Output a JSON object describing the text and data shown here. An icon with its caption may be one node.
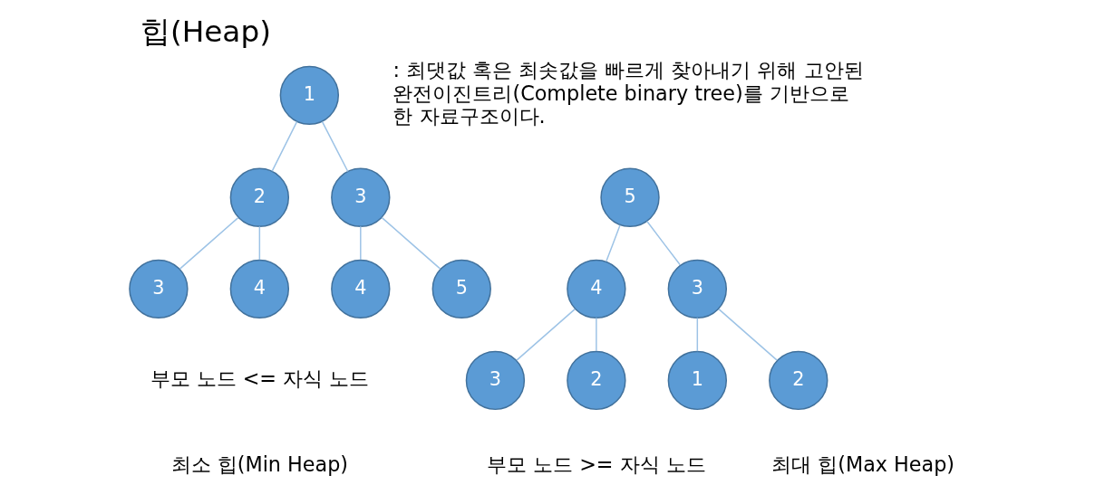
{
  "diagram": {
    "title": "힙(Heap)",
    "nodes": [
      {
        "text": [
          "5"
        ]
      },
      {
        "text": [
          "4"
        ]
      },
      {
        "text": [
          "3"
        ]
      },
      {
        "text": [
          "3"
        ]
      },
      {
        "text": [
          "2"
        ]
      },
      {
        "text": [
          "2"
        ]
      },
      {
        "text": [
          "1"
        ]
      },
      {
        "text": [
          "1"
        ]
      },
      {
        "text": [
          "2"
        ]
      },
      {
        "text": [
          "3"
        ]
      },
      {
        "text": [
          "3"
        ]
      },
      {
        "text": [
          "4"
        ]
      },
      {
        "text": [
          "4"
        ]
      },
      {
        "text": [
          "5"
        ]
      }
    ],
    "edges": [
      {
        "from": 0,
        "to": 1,
        "arrow": "none"
      },
      {
        "from": 0,
        "to": 2,
        "arrow": "none"
      },
      {
        "from": 1,
        "to": 3,
        "arrow": "none"
      },
      {
        "from": 1,
        "to": 4,
        "arrow": "none"
      },
      {
        "from": 2,
        "to": 5,
        "arrow": "none"
      },
      {
        "from": 2,
        "to": 6,
        "arrow": "none"
      },
      {
        "from": 7,
        "to": 8,
        "arrow": "none"
      },
      {
        "from": 7,
        "to": 9,
        "arrow": "none"
      },
      {
        "from": 8,
        "to": 10,
        "arrow": "none"
      },
      {
        "from": 8,
        "to": 11,
        "arrow": "none"
      },
      {
        "from": 9,
        "to": 12,
        "arrow": "none"
      },
      {
        "from": 9,
        "to": 13,
        "arrow": "none"
      }
    ],
    "labels": [
      ": 최댓값 혹은 최솟값을 빠르게 찾아내기 위해 고안된 완전이진트리(Complete binary tree)를 기반으로 한 자료구조이다.",
      "부모 노드 >= 자식 노드",
      "최대 힙(Max Heap)",
      "부모 노드 <= 자식 노드",
      "최소 힙(Min Heap)"
    ]
  }
}
